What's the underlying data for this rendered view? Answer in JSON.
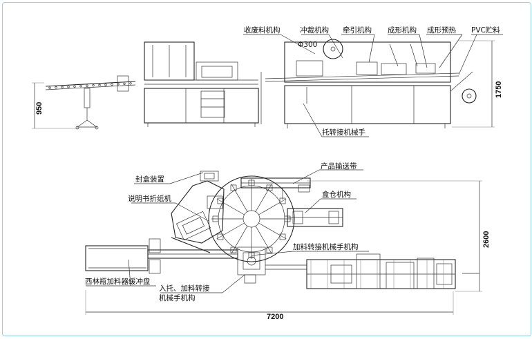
{
  "colors": {
    "frame": "#8fd0f0",
    "line": "#333333",
    "text": "#111111",
    "background": "#ffffff"
  },
  "top_view": {
    "callouts": {
      "waste": "收废料机构",
      "punch": "冲裁机构",
      "pull": "牵引机构",
      "forming": "成形机构",
      "preheat": "成形预热",
      "pvc": "PVC贮料",
      "transfer": "托转接机械手"
    },
    "dimensions": {
      "diameter": "Φ300",
      "height_left": "950",
      "height_right": "1750"
    }
  },
  "plan_view": {
    "callouts": {
      "output_conveyor": "产品输送带",
      "sealing": "封盒装置",
      "leaflet": "说明书折纸机",
      "carton_magazine": "盒仓机构",
      "feed_transfer": "加料转接机械手机构",
      "vial_buffer": "西林瓶加料器缓冲盘",
      "intake_line1": "入托、加料转接",
      "intake_line2": "机械手机构"
    },
    "dimensions": {
      "width": "7200",
      "depth": "2600"
    }
  }
}
